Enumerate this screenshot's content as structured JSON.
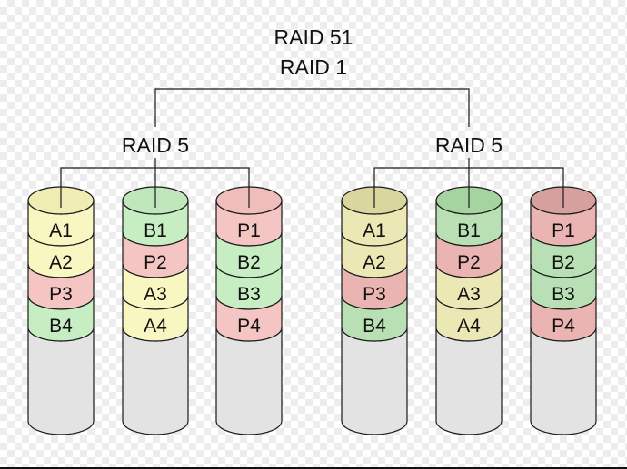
{
  "title": "RAID 51",
  "mirror_label": "RAID 1",
  "colors": {
    "outline": "#1a1a1a",
    "checker_light": "#ffffff",
    "checker_dark": "#ededed",
    "bottom_border": "#101010",
    "disk_body_gray": "#e3e3e3",
    "left_palette": {
      "yellow": "#f8f6c1",
      "green": "#c7edc3",
      "pink": "#f4c5c2"
    },
    "right_palette": {
      "yellow": "#ebe8b5",
      "green": "#b9e0b4",
      "pink": "#e9b4b1"
    }
  },
  "groups": [
    {
      "label": "RAID 5",
      "disks": [
        {
          "top_color": "#efedb4",
          "body_color": "#e3e3e3",
          "segments": [
            {
              "label": "A1",
              "color": "#f8f6c1"
            },
            {
              "label": "A2",
              "color": "#f8f6c1"
            },
            {
              "label": "P3",
              "color": "#f4c5c2"
            },
            {
              "label": "B4",
              "color": "#c7edc3"
            }
          ]
        },
        {
          "top_color": "#bfe7bb",
          "body_color": "#e3e3e3",
          "segments": [
            {
              "label": "B1",
              "color": "#c7edc3"
            },
            {
              "label": "P2",
              "color": "#f4c5c2"
            },
            {
              "label": "A3",
              "color": "#f8f6c1"
            },
            {
              "label": "A4",
              "color": "#f8f6c1"
            }
          ]
        },
        {
          "top_color": "#efbdba",
          "body_color": "#e3e3e3",
          "segments": [
            {
              "label": "P1",
              "color": "#f4c5c2"
            },
            {
              "label": "B2",
              "color": "#c7edc3"
            },
            {
              "label": "B3",
              "color": "#c7edc3"
            },
            {
              "label": "P4",
              "color": "#f4c5c2"
            }
          ]
        }
      ]
    },
    {
      "label": "RAID 5",
      "disks": [
        {
          "top_color": "#d9d79d",
          "body_color": "#e3e3e3",
          "segments": [
            {
              "label": "A1",
              "color": "#ebe8b5"
            },
            {
              "label": "A2",
              "color": "#ebe8b5"
            },
            {
              "label": "P3",
              "color": "#e9b4b1"
            },
            {
              "label": "B4",
              "color": "#b9e0b4"
            }
          ]
        },
        {
          "top_color": "#a6d4a1",
          "body_color": "#e3e3e3",
          "segments": [
            {
              "label": "B1",
              "color": "#b9e0b4"
            },
            {
              "label": "P2",
              "color": "#e9b4b1"
            },
            {
              "label": "A3",
              "color": "#ebe8b5"
            },
            {
              "label": "A4",
              "color": "#ebe8b5"
            }
          ]
        },
        {
          "top_color": "#d5a09d",
          "body_color": "#e3e3e3",
          "segments": [
            {
              "label": "P1",
              "color": "#e9b4b1"
            },
            {
              "label": "B2",
              "color": "#b9e0b4"
            },
            {
              "label": "B3",
              "color": "#b9e0b4"
            },
            {
              "label": "P4",
              "color": "#e9b4b1"
            }
          ]
        }
      ]
    }
  ]
}
